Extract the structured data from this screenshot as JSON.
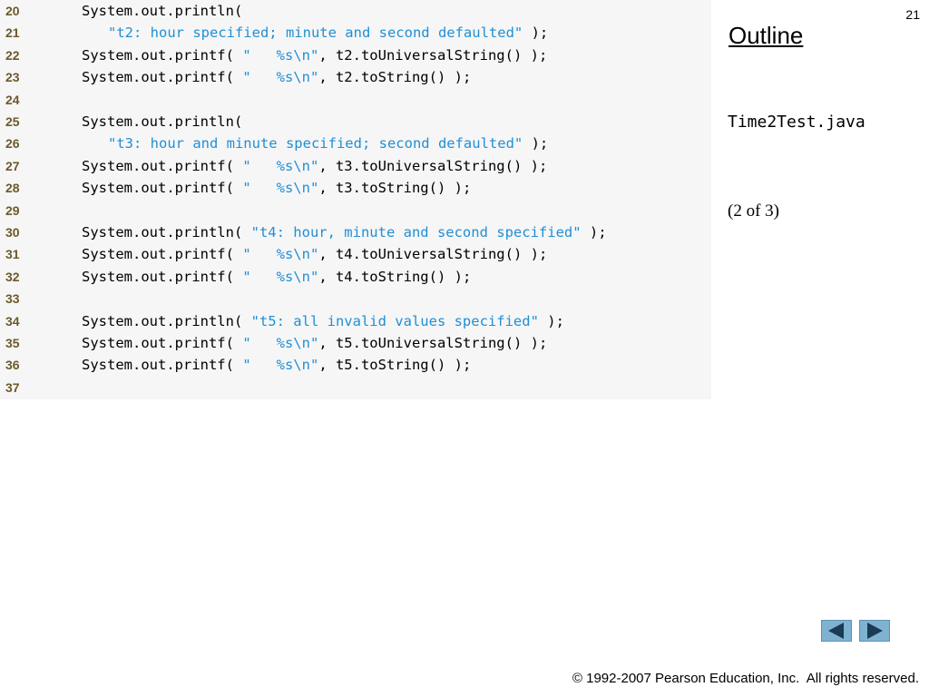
{
  "slide": {
    "page_number": "21",
    "outline_title": "Outline",
    "file_name": "Time2Test.java",
    "part_label": "(2 of  3)",
    "copyright": "© 1992-2007 Pearson Education, Inc.  All rights reserved."
  },
  "code": {
    "lines": [
      {
        "no": "20",
        "indent": 1,
        "segments": [
          {
            "t": "System.out.println(",
            "s": false
          }
        ]
      },
      {
        "no": "21",
        "indent": 2,
        "segments": [
          {
            "t": "\"t2: hour specified; minute and second defaulted\"",
            "s": true
          },
          {
            "t": " );",
            "s": false
          }
        ]
      },
      {
        "no": "22",
        "indent": 1,
        "segments": [
          {
            "t": "System.out.printf( ",
            "s": false
          },
          {
            "t": "\"   %s\\n\"",
            "s": true
          },
          {
            "t": ", t2.toUniversalString() );",
            "s": false
          }
        ]
      },
      {
        "no": "23",
        "indent": 1,
        "segments": [
          {
            "t": "System.out.printf( ",
            "s": false
          },
          {
            "t": "\"   %s\\n\"",
            "s": true
          },
          {
            "t": ", t2.toString() );",
            "s": false
          }
        ]
      },
      {
        "no": "24",
        "indent": 1,
        "segments": []
      },
      {
        "no": "25",
        "indent": 1,
        "segments": [
          {
            "t": "System.out.println(",
            "s": false
          }
        ]
      },
      {
        "no": "26",
        "indent": 2,
        "segments": [
          {
            "t": "\"t3: hour and minute specified; second defaulted\"",
            "s": true
          },
          {
            "t": " );",
            "s": false
          }
        ]
      },
      {
        "no": "27",
        "indent": 1,
        "segments": [
          {
            "t": "System.out.printf( ",
            "s": false
          },
          {
            "t": "\"   %s\\n\"",
            "s": true
          },
          {
            "t": ", t3.toUniversalString() );",
            "s": false
          }
        ]
      },
      {
        "no": "28",
        "indent": 1,
        "segments": [
          {
            "t": "System.out.printf( ",
            "s": false
          },
          {
            "t": "\"   %s\\n\"",
            "s": true
          },
          {
            "t": ", t3.toString() );",
            "s": false
          }
        ]
      },
      {
        "no": "29",
        "indent": 1,
        "segments": []
      },
      {
        "no": "30",
        "indent": 1,
        "segments": [
          {
            "t": "System.out.println( ",
            "s": false
          },
          {
            "t": "\"t4: hour, minute and second specified\"",
            "s": true
          },
          {
            "t": " );",
            "s": false
          }
        ]
      },
      {
        "no": "31",
        "indent": 1,
        "segments": [
          {
            "t": "System.out.printf( ",
            "s": false
          },
          {
            "t": "\"   %s\\n\"",
            "s": true
          },
          {
            "t": ", t4.toUniversalString() );",
            "s": false
          }
        ]
      },
      {
        "no": "32",
        "indent": 1,
        "segments": [
          {
            "t": "System.out.printf( ",
            "s": false
          },
          {
            "t": "\"   %s\\n\"",
            "s": true
          },
          {
            "t": ", t4.toString() );",
            "s": false
          }
        ]
      },
      {
        "no": "33",
        "indent": 1,
        "segments": []
      },
      {
        "no": "34",
        "indent": 1,
        "segments": [
          {
            "t": "System.out.println( ",
            "s": false
          },
          {
            "t": "\"t5: all invalid values specified\"",
            "s": true
          },
          {
            "t": " );",
            "s": false
          }
        ]
      },
      {
        "no": "35",
        "indent": 1,
        "segments": [
          {
            "t": "System.out.printf( ",
            "s": false
          },
          {
            "t": "\"   %s\\n\"",
            "s": true
          },
          {
            "t": ", t5.toUniversalString() );",
            "s": false
          }
        ]
      },
      {
        "no": "36",
        "indent": 1,
        "segments": [
          {
            "t": "System.out.printf( ",
            "s": false
          },
          {
            "t": "\"   %s\\n\"",
            "s": true
          },
          {
            "t": ", t5.toString() );",
            "s": false
          }
        ]
      },
      {
        "no": "37",
        "indent": 1,
        "segments": []
      }
    ]
  },
  "nav": {
    "prev_icon": "left-triangle-icon",
    "next_icon": "right-triangle-icon"
  },
  "colors": {
    "code_background": "#f6f6f6",
    "string_literal": "#1f8fd6",
    "line_number": "#6b5a2a",
    "nav_button": "#7fb2d1"
  }
}
